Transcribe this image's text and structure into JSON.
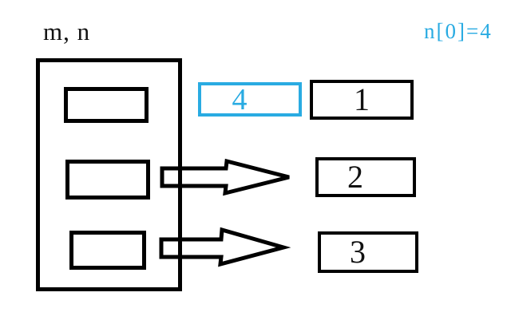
{
  "diagram": {
    "kind": "pointer-array-illustration",
    "labels": {
      "top_left": "m, n",
      "top_right": "n[0]=4"
    },
    "pointer_array": {
      "slot_count": 3,
      "slots": [
        {
          "id": "slot-1",
          "points_to": ""
        },
        {
          "id": "slot-2",
          "points_to": "box-2"
        },
        {
          "id": "slot-3",
          "points_to": "box-3"
        }
      ]
    },
    "value_boxes": [
      {
        "id": "box-4",
        "value": "4",
        "highlighted": true
      },
      {
        "id": "box-1",
        "value": "1",
        "highlighted": false
      },
      {
        "id": "box-2",
        "value": "2",
        "highlighted": false
      },
      {
        "id": "box-3",
        "value": "3",
        "highlighted": false
      }
    ],
    "arrows": [
      {
        "from": "slot-2",
        "to": "box-2"
      },
      {
        "from": "slot-3",
        "to": "box-3"
      }
    ],
    "colors": {
      "accent": "#29abe2",
      "line": "#000000",
      "background": "#ffffff"
    }
  }
}
